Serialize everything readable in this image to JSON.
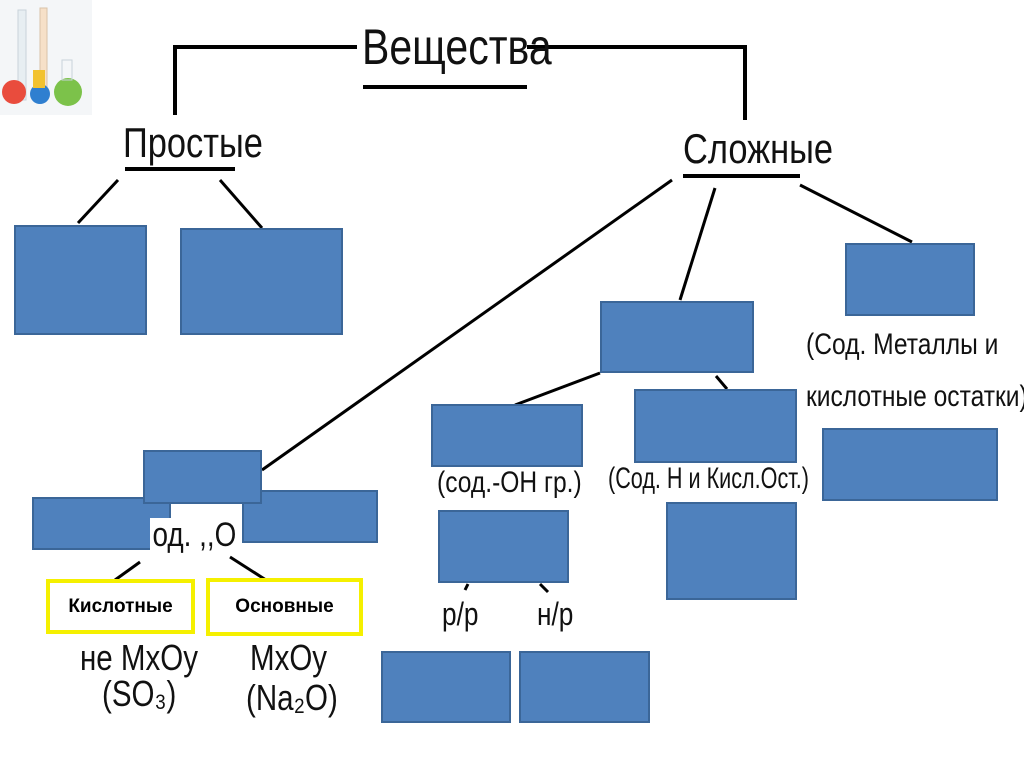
{
  "title": "Вещества",
  "branches": {
    "simple": "Простые",
    "complex": "Сложные"
  },
  "notes": {
    "salts": [
      "(Сод. Металлы и",
      "кислотные остатки)"
    ],
    "bases": "(сод.-ОН гр.)",
    "acids": "(Сод. Н и Кисл.Ост.)",
    "oxides": "од. ,,О",
    "soluble": "р/р",
    "insoluble": "н/р"
  },
  "oxide_types": {
    "acidic": {
      "label": "Кислотные",
      "formula": "не MxOy",
      "example": "(SO₃)"
    },
    "basic": {
      "label": "Основные",
      "formula": "MxOy",
      "example": "(Na₂O)"
    }
  },
  "colors": {
    "box_fill": "#4f81bd",
    "highlight_border": "#f5f000"
  }
}
